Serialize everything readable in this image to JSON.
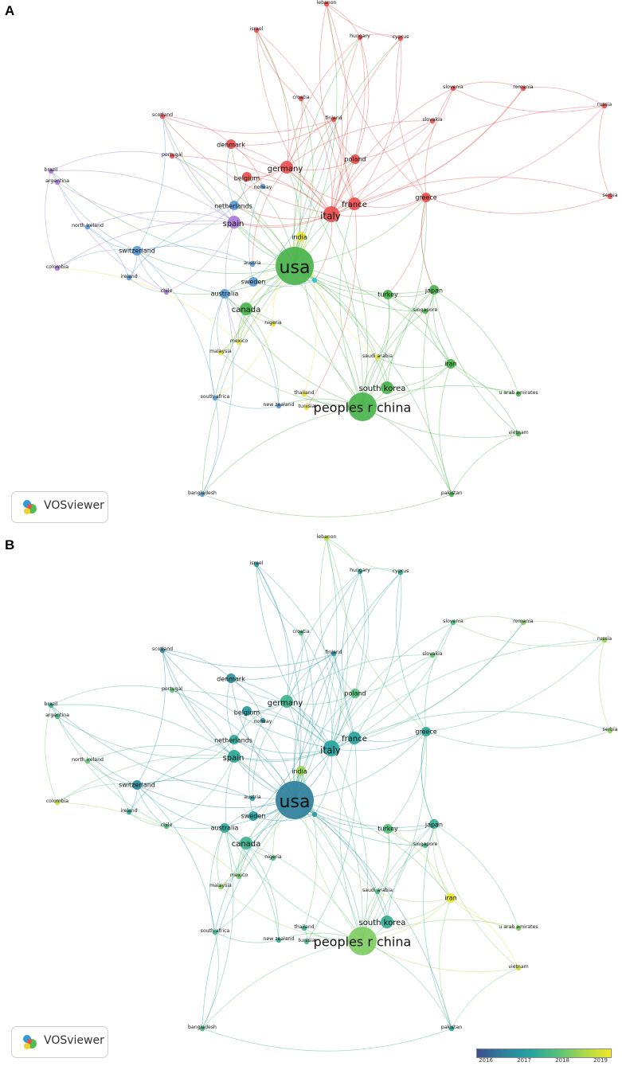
{
  "panels": [
    {
      "letter": "A",
      "mode": "cluster"
    },
    {
      "letter": "B",
      "mode": "overlay"
    }
  ],
  "badge": {
    "label": "VOSviewer"
  },
  "colorbar": {
    "ticks": [
      "2016",
      "2017",
      "2018",
      "2019"
    ]
  },
  "cluster_colors": {
    "red": "#e8504f",
    "green": "#49b34b",
    "blue": "#5b9bd5",
    "yellow": "#e6e23c",
    "purple": "#a97ad8",
    "cyan": "#2fc1d8"
  },
  "nodes": [
    {
      "name": "usa",
      "cluster": "green",
      "weight": 10,
      "year": 2016.6
    },
    {
      "name": "peoples r china",
      "cluster": "green",
      "weight": 7,
      "year": 2018.1
    },
    {
      "name": "south korea",
      "cluster": "green",
      "weight": 3,
      "year": 2017.4
    },
    {
      "name": "italy",
      "cluster": "red",
      "weight": 4,
      "year": 2017.2
    },
    {
      "name": "france",
      "cluster": "red",
      "weight": 3,
      "year": 2017.2
    },
    {
      "name": "germany",
      "cluster": "red",
      "weight": 3,
      "year": 2017.5
    },
    {
      "name": "spain",
      "cluster": "purple",
      "weight": 3,
      "year": 2017.3
    },
    {
      "name": "netherlands",
      "cluster": "blue",
      "weight": 2,
      "year": 2017.3
    },
    {
      "name": "canada",
      "cluster": "green",
      "weight": 3,
      "year": 2017.5
    },
    {
      "name": "india",
      "cluster": "yellow",
      "weight": 2,
      "year": 2018.3
    },
    {
      "name": "japan",
      "cluster": "green",
      "weight": 2,
      "year": 2017.4
    },
    {
      "name": "denmark",
      "cluster": "red",
      "weight": 2,
      "year": 2016.9
    },
    {
      "name": "belgium",
      "cluster": "red",
      "weight": 2,
      "year": 2017.0
    },
    {
      "name": "norway",
      "cluster": "blue",
      "weight": 1,
      "year": 2016.9
    },
    {
      "name": "switzerland",
      "cluster": "blue",
      "weight": 2,
      "year": 2016.8
    },
    {
      "name": "australia",
      "cluster": "blue",
      "weight": 2,
      "year": 2017.3
    },
    {
      "name": "sweden",
      "cluster": "blue",
      "weight": 2,
      "year": 2017.1
    },
    {
      "name": "austria",
      "cluster": "blue",
      "weight": 1,
      "year": 2017.1
    },
    {
      "name": "turkey",
      "cluster": "green",
      "weight": 2,
      "year": 2017.8
    },
    {
      "name": "singapore",
      "cluster": "green",
      "weight": 1,
      "year": 2017.6
    },
    {
      "name": "iran",
      "cluster": "green",
      "weight": 2,
      "year": 2018.9
    },
    {
      "name": "saudi arabia",
      "cluster": "yellow",
      "weight": 1,
      "year": 2017.6
    },
    {
      "name": "thailand",
      "cluster": "yellow",
      "weight": 1,
      "year": 2017.5
    },
    {
      "name": "tunisia",
      "cluster": "yellow",
      "weight": 1,
      "year": 2017.6
    },
    {
      "name": "new zealand",
      "cluster": "blue",
      "weight": 1,
      "year": 2017.4
    },
    {
      "name": "nigeria",
      "cluster": "yellow",
      "weight": 1,
      "year": 2017.8
    },
    {
      "name": "mexico",
      "cluster": "yellow",
      "weight": 1,
      "year": 2018.0
    },
    {
      "name": "malaysia",
      "cluster": "yellow",
      "weight": 1,
      "year": 2018.2
    },
    {
      "name": "south africa",
      "cluster": "blue",
      "weight": 1,
      "year": 2017.5
    },
    {
      "name": "bangladesh",
      "cluster": "blue",
      "weight": 1,
      "year": 2017.6
    },
    {
      "name": "pakistan",
      "cluster": "green",
      "weight": 1,
      "year": 2017.2
    },
    {
      "name": "vietnam",
      "cluster": "green",
      "weight": 1,
      "year": 2018.7
    },
    {
      "name": "u arab emirates",
      "cluster": "green",
      "weight": 1,
      "year": 2018.1
    },
    {
      "name": "greece",
      "cluster": "red",
      "weight": 2,
      "year": 2017.3
    },
    {
      "name": "poland",
      "cluster": "red",
      "weight": 2,
      "year": 2017.8
    },
    {
      "name": "finland",
      "cluster": "red",
      "weight": 1,
      "year": 2016.9
    },
    {
      "name": "slovakia",
      "cluster": "red",
      "weight": 1,
      "year": 2017.9
    },
    {
      "name": "slovenia",
      "cluster": "red",
      "weight": 1,
      "year": 2017.8
    },
    {
      "name": "romania",
      "cluster": "red",
      "weight": 1,
      "year": 2018.1
    },
    {
      "name": "russia",
      "cluster": "red",
      "weight": 1,
      "year": 2018.3
    },
    {
      "name": "serbia",
      "cluster": "red",
      "weight": 1,
      "year": 2018.2
    },
    {
      "name": "croatia",
      "cluster": "red",
      "weight": 1,
      "year": 2017.7
    },
    {
      "name": "israel",
      "cluster": "red",
      "weight": 1,
      "year": 2016.9
    },
    {
      "name": "hungary",
      "cluster": "red",
      "weight": 1,
      "year": 2017.3
    },
    {
      "name": "cyprus",
      "cluster": "red",
      "weight": 1,
      "year": 2017.4
    },
    {
      "name": "lebanon",
      "cluster": "red",
      "weight": 1,
      "year": 2018.6
    },
    {
      "name": "scotland",
      "cluster": "red",
      "weight": 1,
      "year": 2016.8
    },
    {
      "name": "portugal",
      "cluster": "red",
      "weight": 1,
      "year": 2017.9
    },
    {
      "name": "brazil",
      "cluster": "purple",
      "weight": 1,
      "year": 2017.4
    },
    {
      "name": "argentina",
      "cluster": "purple",
      "weight": 1,
      "year": 2017.6
    },
    {
      "name": "north ireland",
      "cluster": "blue",
      "weight": 1,
      "year": 2017.9
    },
    {
      "name": "colombia",
      "cluster": "purple",
      "weight": 1,
      "year": 2018.6
    },
    {
      "name": "ireland",
      "cluster": "blue",
      "weight": 1,
      "year": 2017.3
    },
    {
      "name": "chile",
      "cluster": "purple",
      "weight": 1,
      "year": 2017.7
    },
    {
      "name": "",
      "cluster": "cyan",
      "weight": 1,
      "year": 2017.0
    }
  ]
}
